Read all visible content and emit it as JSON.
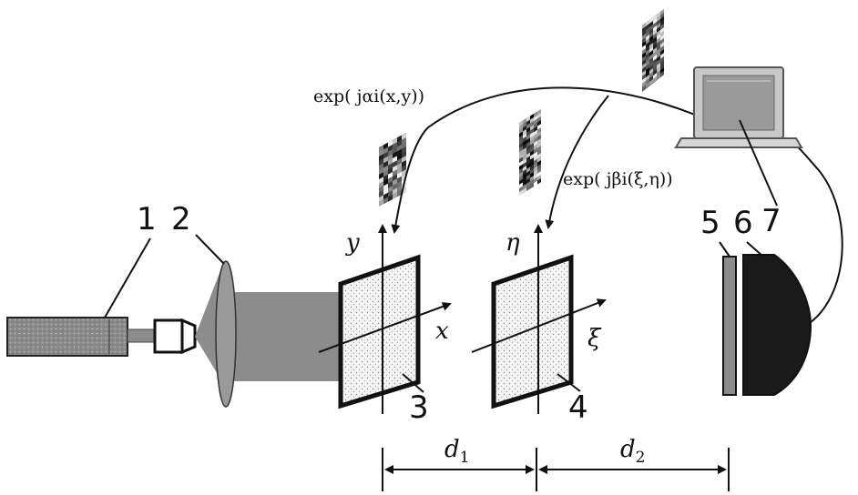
{
  "labels": {
    "laser": "1",
    "lens": "2",
    "mask1": "3",
    "mask2": "4",
    "component5": "5",
    "detector": "6",
    "computer": "7"
  },
  "axes": {
    "plane1_y": "y",
    "plane1_x": "x",
    "plane2_eta": "η",
    "plane2_xi": "ξ"
  },
  "formulas": {
    "phase1": "exp( jαi(x,y))",
    "phase2": "exp( jβi(ξ,η))"
  },
  "distances": {
    "d1_symbol": "d",
    "d1_sub": "1",
    "d2_symbol": "d",
    "d2_sub": "2"
  },
  "colors": {
    "laser_body": "#8a8a8a",
    "beam": "#8c8c8c",
    "detector": "#1a1a1a",
    "stroke": "#111111"
  }
}
